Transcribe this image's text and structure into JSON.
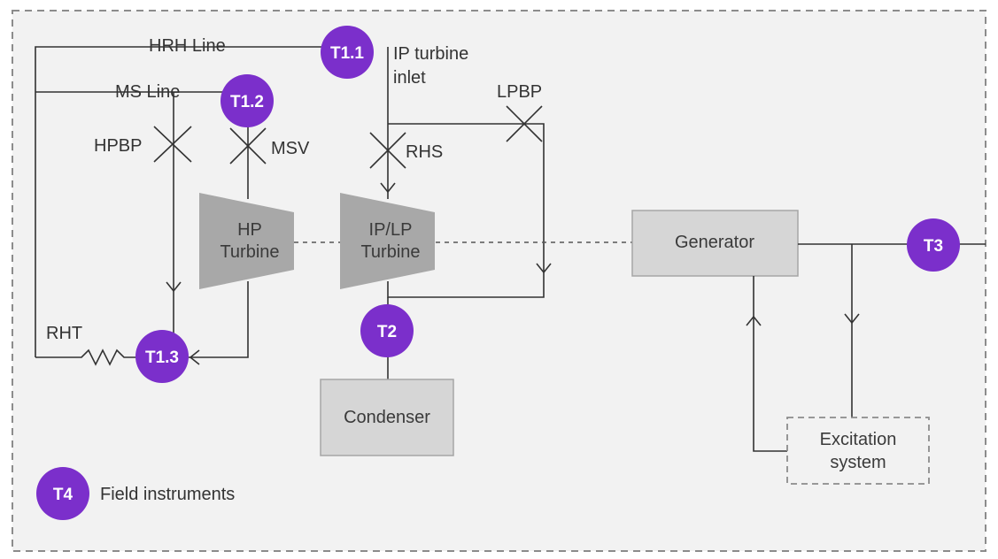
{
  "colors": {
    "background": "#f2f2f2",
    "border_dashed": "#8c8c8c",
    "line": "#333333",
    "block_fill": "#d6d6d6",
    "block_stroke": "#a6a6a6",
    "turbine_fill": "#a8a8a8",
    "badge": "#7b2fcb",
    "badge_text": "#ffffff"
  },
  "lines": {
    "hrh": "HRH Line",
    "ms": "MS Line"
  },
  "valves": {
    "hpbp": "HPBP",
    "msv": "MSV",
    "rhs": "RHS",
    "lpbp": "LPBP"
  },
  "components": {
    "hp_turbine": [
      "HP",
      "Turbine"
    ],
    "iplp_turbine": [
      "IP/LP",
      "Turbine"
    ],
    "generator": "Generator",
    "condenser": "Condenser",
    "excitation": [
      "Excitation",
      "system"
    ],
    "rht": "RHT",
    "ip_inlet": [
      "IP turbine",
      "inlet"
    ]
  },
  "badges": {
    "t11": "T1.1",
    "t12": "T1.2",
    "t13": "T1.3",
    "t2": "T2",
    "t3": "T3",
    "t4": "T4"
  },
  "legend": {
    "field_instruments": "Field instruments"
  }
}
